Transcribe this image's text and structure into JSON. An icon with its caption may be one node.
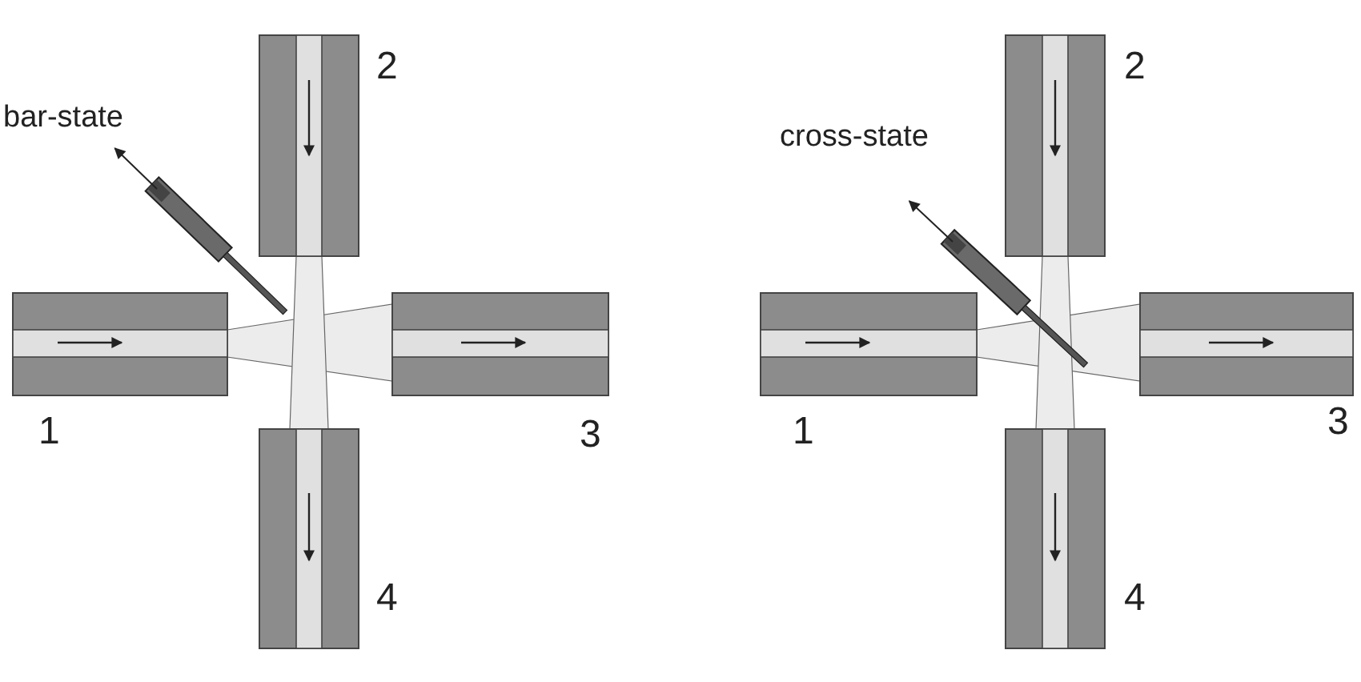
{
  "diagram": {
    "labels": [
      "bar-state",
      "2",
      "1",
      "3",
      "4",
      "cross-state",
      "2",
      "1",
      "3",
      "4"
    ]
  }
}
